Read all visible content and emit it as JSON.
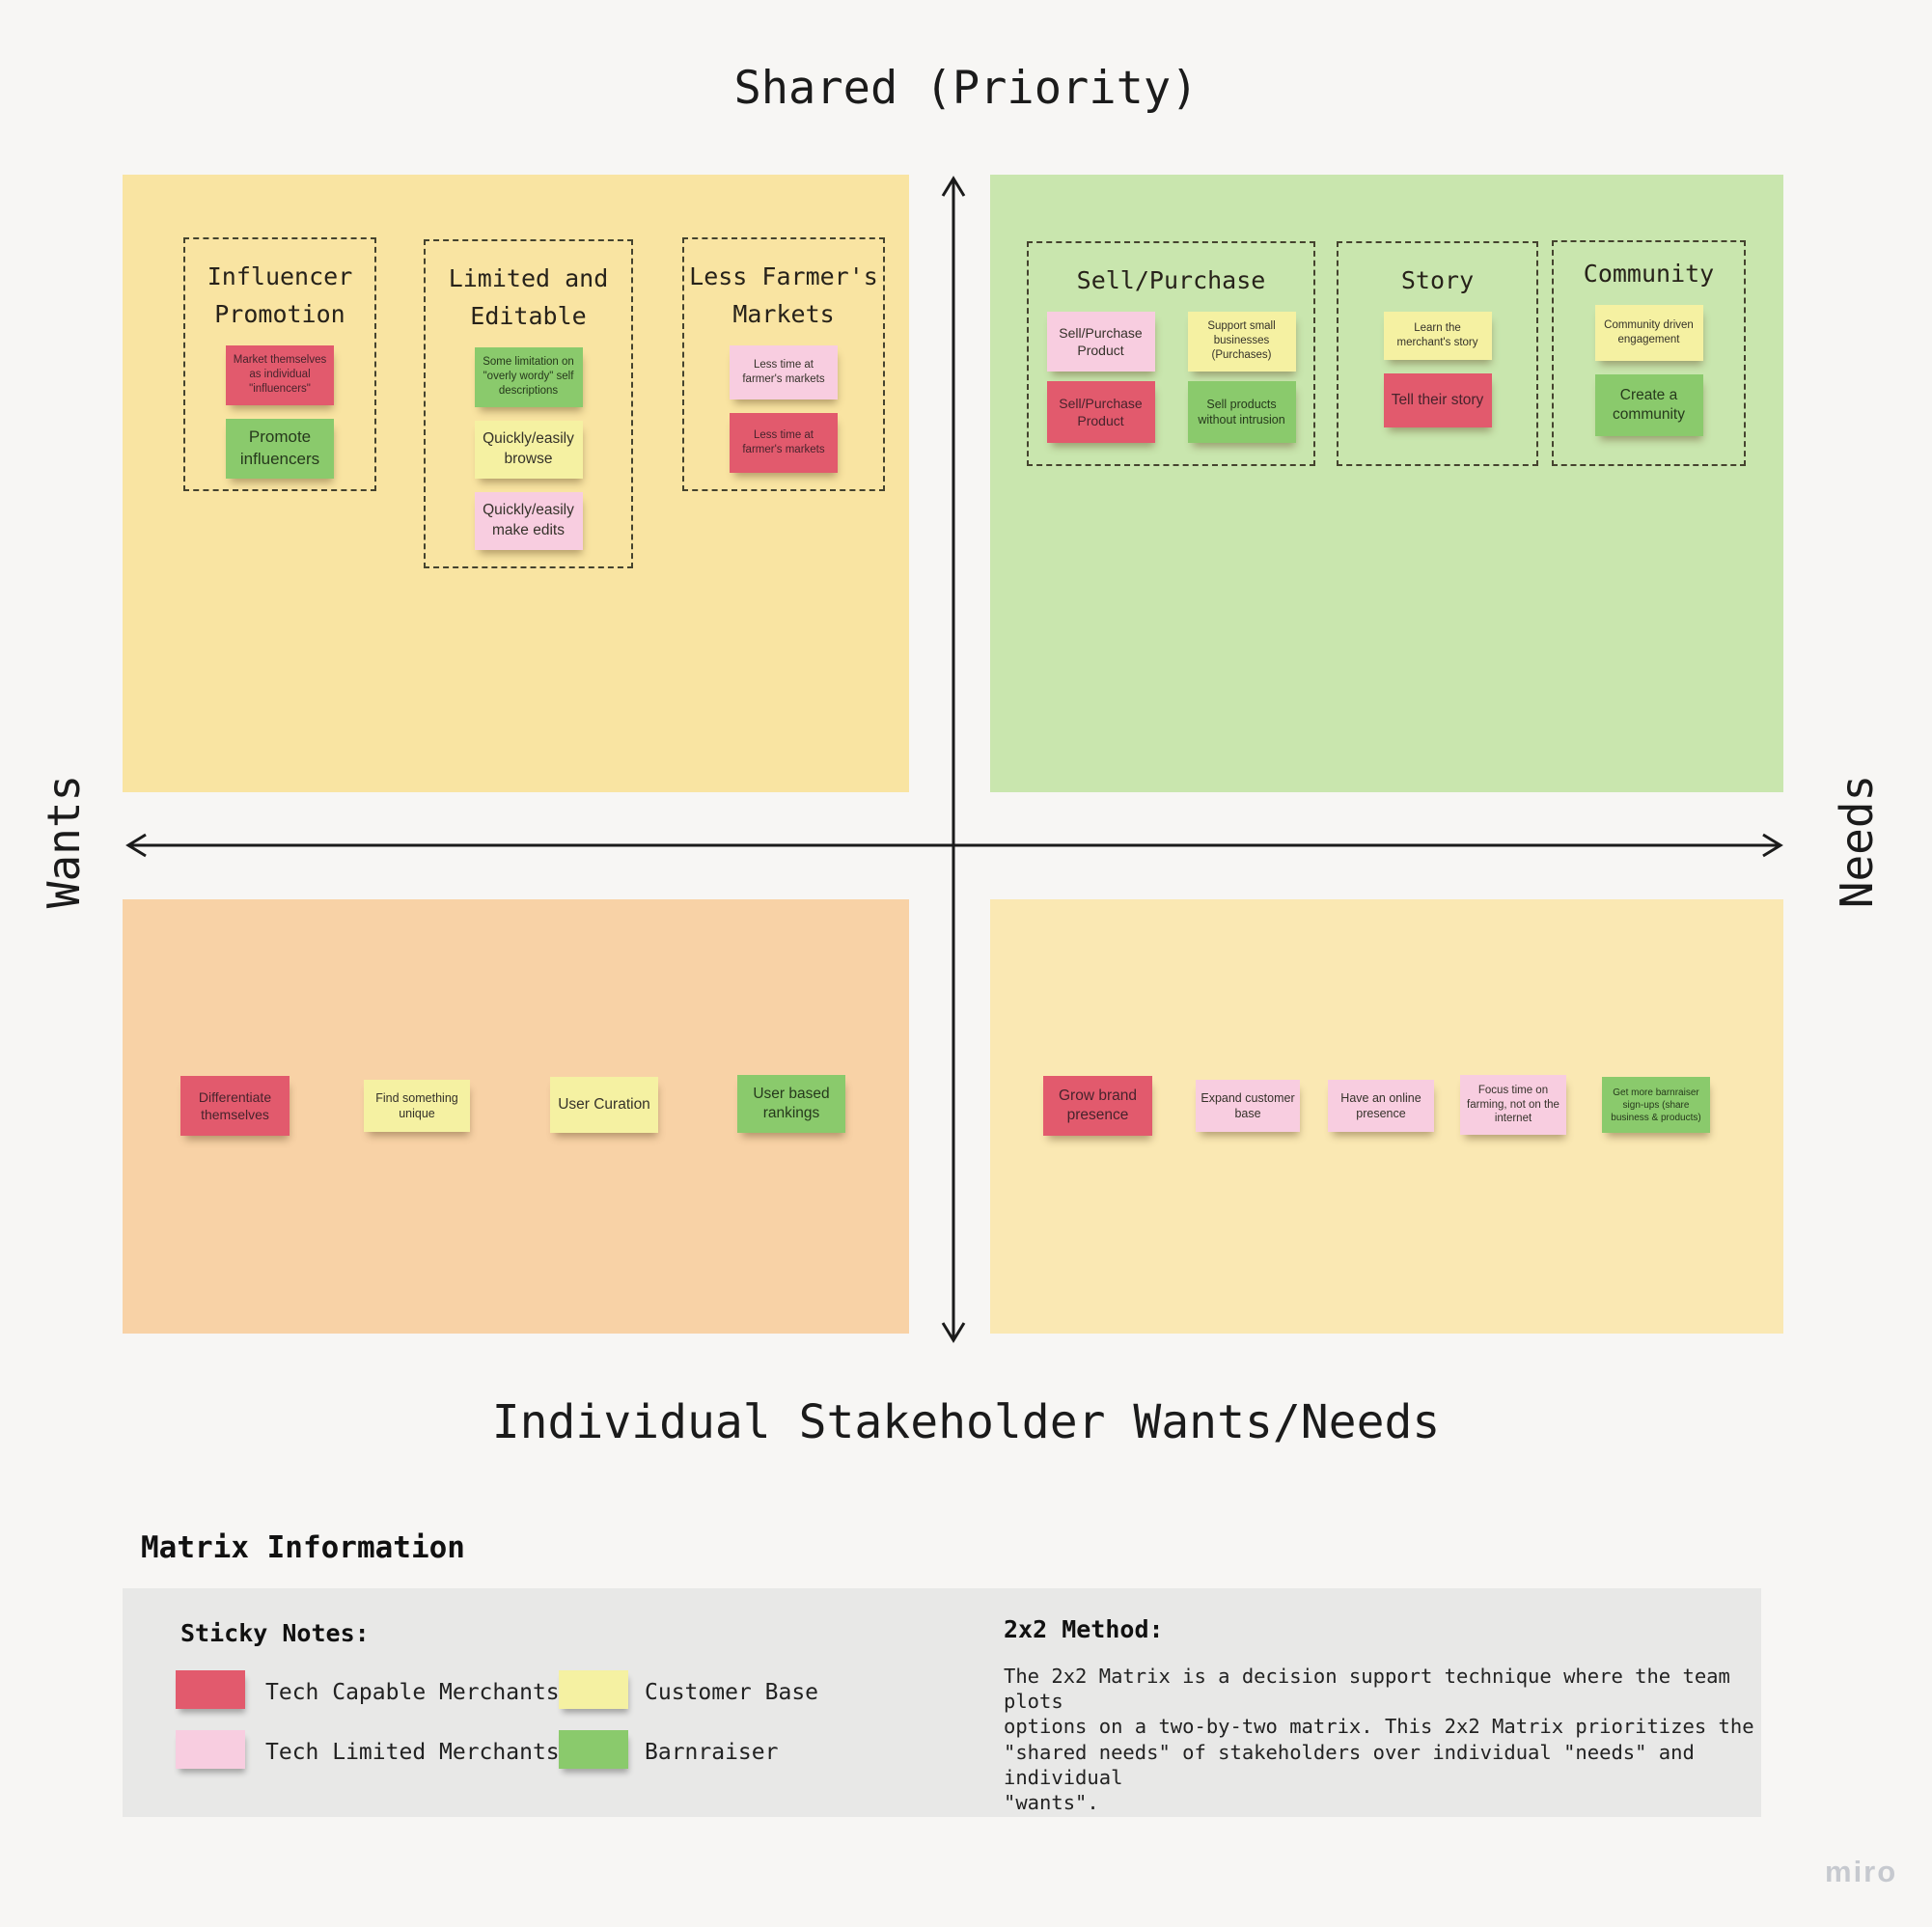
{
  "board": {
    "top_axis_label": "Shared (Priority)",
    "bottom_axis_label": "Individual Stakeholder Wants/Needs",
    "left_axis_label": "Wants",
    "right_axis_label": "Needs",
    "watermark": "miro"
  },
  "palette": {
    "tech_capable": "#e25a6d",
    "tech_limited": "#f8cde0",
    "customer_base": "#f5f1a2",
    "barnraiser": "#8aca6c",
    "quad_top_left": "#f9e4a2",
    "quad_top_right": "#c9e6ae",
    "quad_bottom_left": "#f8d2a6",
    "quad_bottom_right": "#fae8b3",
    "legend_bg": "#e8e8e7",
    "page_bg": "#f7f6f4",
    "axis": "#1b1b1b"
  },
  "quadrants": {
    "top_left": {
      "groups": [
        {
          "title": "Influencer\nPromotion",
          "stickies": [
            {
              "text": "Market themselves as individual \"influencers\"",
              "type": "tech_capable"
            },
            {
              "text": "Promote influencers",
              "type": "barnraiser"
            }
          ]
        },
        {
          "title": "Limited and\nEditable",
          "stickies": [
            {
              "text": "Some limitation on \"overly wordy\" self descriptions",
              "type": "barnraiser"
            },
            {
              "text": "Quickly/easily browse",
              "type": "customer_base"
            },
            {
              "text": "Quickly/easily make edits",
              "type": "tech_limited"
            }
          ]
        },
        {
          "title": "Less Farmer's\nMarkets",
          "stickies": [
            {
              "text": "Less time at farmer's markets",
              "type": "tech_limited"
            },
            {
              "text": "Less time at farmer's markets",
              "type": "tech_capable"
            }
          ]
        }
      ]
    },
    "top_right": {
      "groups": [
        {
          "title": "Sell/Purchase",
          "stickies": [
            {
              "text": "Sell/Purchase Product",
              "type": "tech_limited"
            },
            {
              "text": "Support small businesses (Purchases)",
              "type": "customer_base"
            },
            {
              "text": "Sell/Purchase Product",
              "type": "tech_capable"
            },
            {
              "text": "Sell products without intrusion",
              "type": "barnraiser"
            }
          ]
        },
        {
          "title": "Story",
          "stickies": [
            {
              "text": "Learn the merchant's story",
              "type": "customer_base"
            },
            {
              "text": "Tell their story",
              "type": "tech_capable"
            }
          ]
        },
        {
          "title": "Community",
          "stickies": [
            {
              "text": "Community driven engagement",
              "type": "customer_base"
            },
            {
              "text": "Create a community",
              "type": "barnraiser"
            }
          ]
        }
      ]
    },
    "bottom_left": {
      "stickies": [
        {
          "text": "Differentiate themselves",
          "type": "tech_capable"
        },
        {
          "text": "Find something unique",
          "type": "customer_base"
        },
        {
          "text": "User Curation",
          "type": "customer_base"
        },
        {
          "text": "User based rankings",
          "type": "barnraiser"
        }
      ]
    },
    "bottom_right": {
      "stickies": [
        {
          "text": "Grow brand presence",
          "type": "tech_capable"
        },
        {
          "text": "Expand customer base",
          "type": "tech_limited"
        },
        {
          "text": "Have an online presence",
          "type": "tech_limited"
        },
        {
          "text": "Focus time on farming, not on the internet",
          "type": "tech_limited"
        },
        {
          "text": "Get more barnraiser sign-ups (share business & products)",
          "type": "barnraiser"
        }
      ]
    }
  },
  "info": {
    "heading": "Matrix Information",
    "sticky_notes_label": "Sticky Notes:",
    "legend": [
      {
        "label": "Tech Capable Merchants",
        "type": "tech_capable"
      },
      {
        "label": "Tech Limited Merchants",
        "type": "tech_limited"
      },
      {
        "label": "Customer Base",
        "type": "customer_base"
      },
      {
        "label": "Barnraiser",
        "type": "barnraiser"
      }
    ],
    "method_heading": "2x2 Method:",
    "method_text": "The 2x2 Matrix is a decision support technique where the team plots\noptions on a two-by-two matrix. This 2x2 Matrix prioritizes the\n\"shared needs\" of stakeholders over individual \"needs\" and individual\n\"wants\"."
  }
}
